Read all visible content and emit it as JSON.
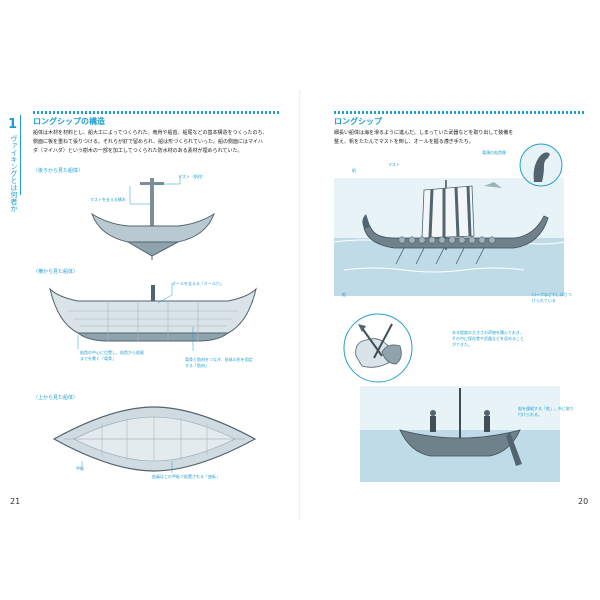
{
  "left_page": {
    "chapter": {
      "number": "1",
      "title": "ヴァイキングとは何者か"
    },
    "section_title": "ロングシップの構造",
    "intro_lines": [
      "船体は木材を材料とし、船大工によってつくられた。竜骨や船首、船尾などの基本構造をつくったのち、",
      "側面に板を重ねて張りつける。それらが釘で留められ、船は形づくられていった。船の側面にはマイハ",
      "ダ（マイハダ）という樹木の一部を加工してつくられた防水材のある素材が埋められていた。"
    ],
    "views": [
      {
        "label": "（後ろから見た船体）",
        "callouts": [
          "マスト（帆柱）",
          "マストを支える横木"
        ]
      },
      {
        "label": "（横から見た船体）",
        "callouts": [
          "オールを支える「オール穴」",
          "船首の中心に位置し、船首から船尾までを貫く「竜骨」",
          "竜骨と肋材をつなぎ、船体の形を固定する「肋材」"
        ]
      },
      {
        "label": "（上から見た船体）",
        "callouts": [
          "甲板",
          "船員はこの甲板で配置される「座板」"
        ]
      }
    ],
    "page_number": "21"
  },
  "right_page": {
    "section_title": "ロングシップ",
    "intro_lines": [
      "細長い船体は海を滑るように進んだ。しまっていた武器などを取り出して装備を",
      "整え、帆をたたんでマストを倒し、オールを握る漕ぎ手たち。"
    ],
    "callouts": {
      "mast": "マスト",
      "sail": "帆",
      "hull": "船",
      "figurehead": "竜頭の船首像",
      "rope": "ロープなどでしばりつけられている",
      "supplies": "ある程度の大きさの荷物を積んでおき、その中に保存食や武器などを収めることができた。",
      "rudder": "船を操縦する「舵」。外に取り付けられる。"
    },
    "page_number": "20"
  },
  "colors": {
    "accent": "#1f9fcf",
    "hull": "#8fa3ad",
    "hull_dark": "#52646f",
    "sea": "#bfdbe8",
    "sky": "#e8f3f8"
  }
}
